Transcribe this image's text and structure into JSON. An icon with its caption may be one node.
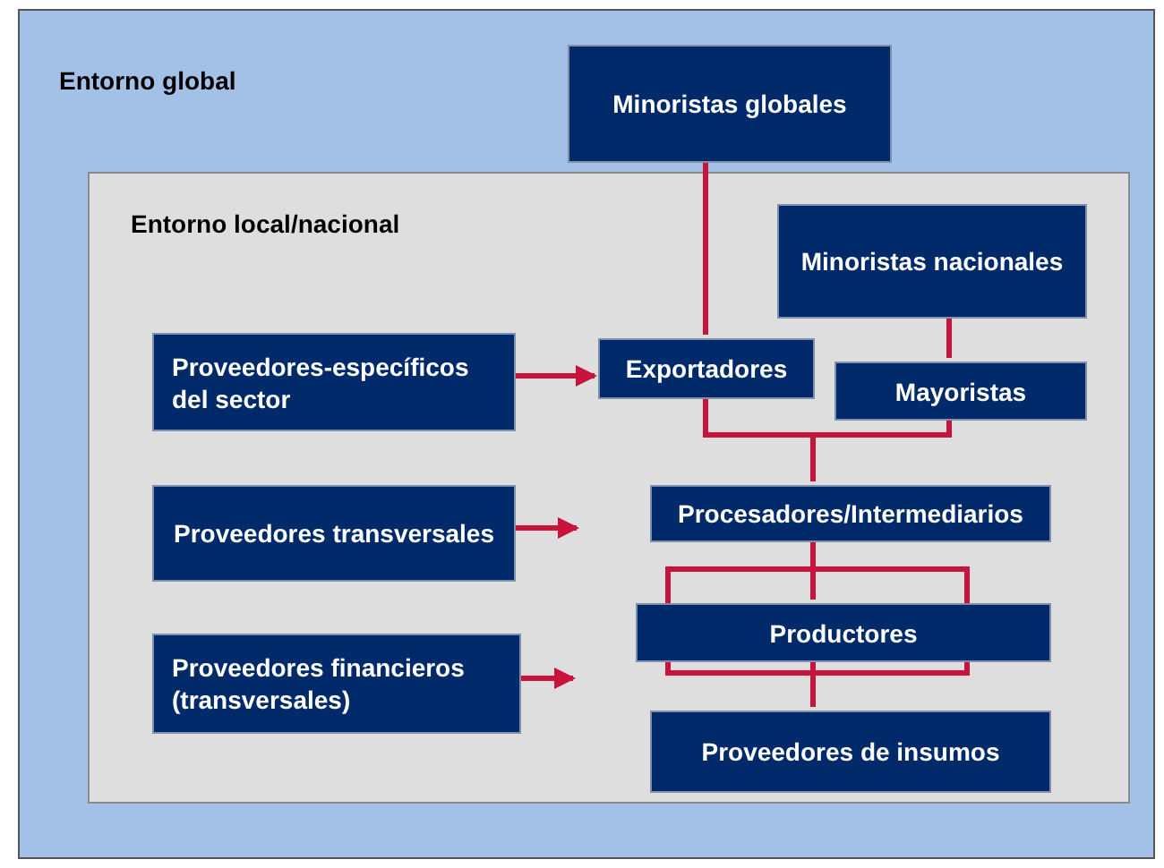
{
  "diagram": {
    "nodes": [
      {
        "text": [
          "Entorno global"
        ]
      },
      {
        "text": [
          "Minoristas globales"
        ],
        "in": 0
      },
      {
        "text": [
          "Entorno local/nacional"
        ],
        "in": 0
      },
      {
        "text": [
          "Minoristas nacionales"
        ],
        "in": 2
      },
      {
        "text": [
          "Proveedores-específicos del sector"
        ],
        "in": 2
      },
      {
        "text": [
          "Exportadores"
        ],
        "in": 2
      },
      {
        "text": [
          "Mayoristas"
        ],
        "in": 2
      },
      {
        "text": [
          "Proveedores transversales"
        ],
        "in": 2
      },
      {
        "text": [
          "Procesadores/Intermediarios"
        ],
        "in": 2
      },
      {
        "text": [
          "Proveedores financieros (transversales)"
        ],
        "in": 2
      },
      {
        "text": [
          "Productores"
        ],
        "in": 2
      },
      {
        "text": [
          "Proveedores de insumos"
        ],
        "in": 2
      }
    ],
    "edges": [
      {
        "from": 1,
        "to": 5,
        "arrow": "none"
      },
      {
        "from": 3,
        "to": 6,
        "arrow": "none"
      },
      {
        "from": 5,
        "to": 8,
        "arrow": "none"
      },
      {
        "from": 6,
        "to": 8,
        "arrow": "none"
      },
      {
        "from": 8,
        "to": 10,
        "arrow": "none"
      },
      {
        "from": 10,
        "to": 11,
        "arrow": "none"
      },
      {
        "from": 4,
        "to": 5,
        "arrow": "to"
      },
      {
        "from": 7,
        "to": null,
        "arrow": "to"
      },
      {
        "from": 9,
        "to": null,
        "arrow": "to"
      }
    ]
  }
}
